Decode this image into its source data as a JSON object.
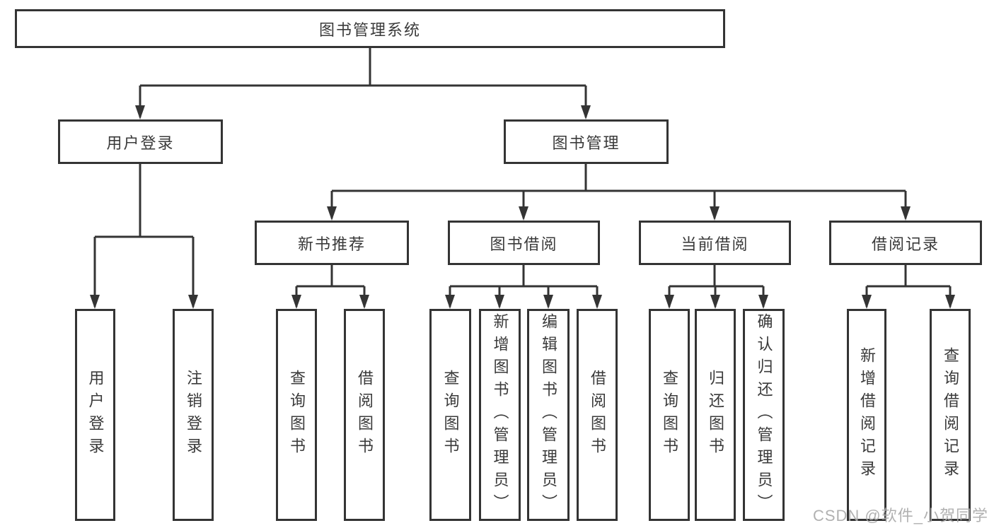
{
  "diagram": {
    "title": "图书管理系统",
    "user_branch": {
      "label": "用户登录",
      "children": [
        "用户登录",
        "注销登录"
      ]
    },
    "book_branch": {
      "label": "图书管理",
      "sections": [
        {
          "label": "新书推荐",
          "children": [
            "查询图书",
            "借阅图书"
          ]
        },
        {
          "label": "图书借阅",
          "children": [
            "查询图书",
            "新增图书（管理员）",
            "编辑图书（管理员）",
            "借阅图书"
          ]
        },
        {
          "label": "当前借阅",
          "children": [
            "查询图书",
            "归还图书",
            "确认归还（管理员）"
          ]
        },
        {
          "label": "借阅记录",
          "children": [
            "新增借阅记录",
            "查询借阅记录"
          ]
        }
      ]
    }
  },
  "watermark": "CSDN @软件_小贺同学",
  "colors": {
    "line": "#343434",
    "box_border": "#343434",
    "box_fill": "#ffffff",
    "text": "#3a3a3a",
    "watermark": "#aaaaaa"
  }
}
